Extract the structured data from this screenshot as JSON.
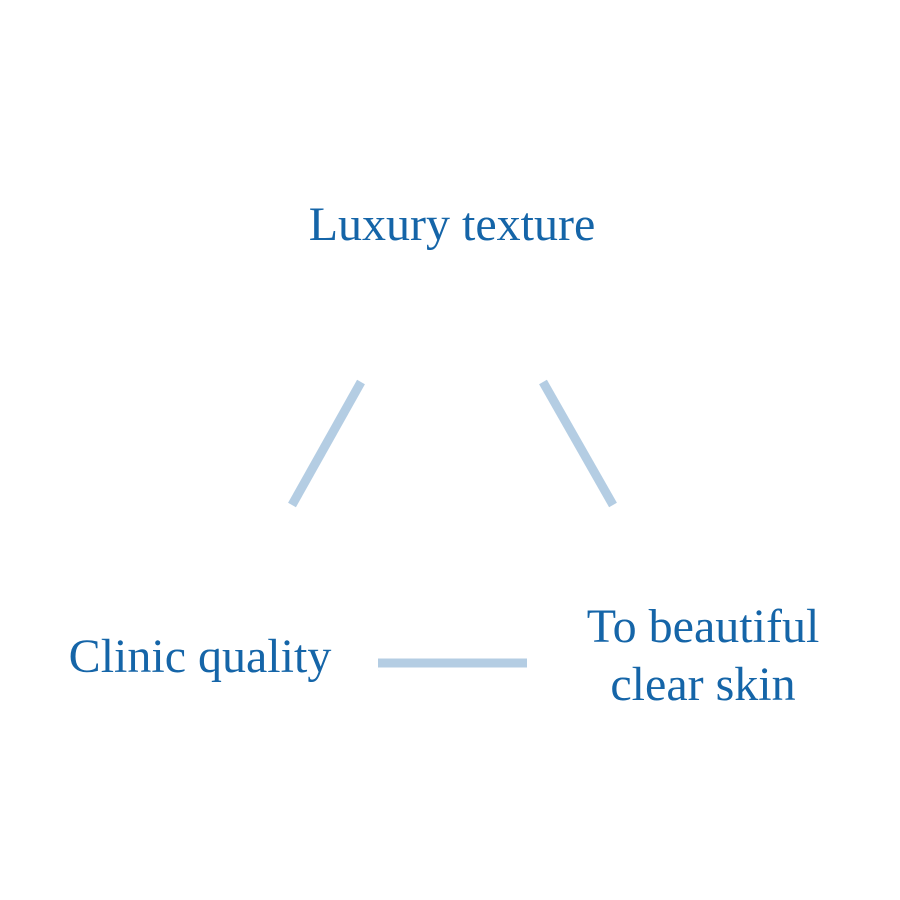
{
  "colors": {
    "text": "#1565a8",
    "connector": "#b4cde3",
    "background": "#ffffff"
  },
  "nodes": {
    "top": {
      "label": "Luxury texture"
    },
    "left": {
      "label": "Clinic quality"
    },
    "right": {
      "lines": [
        "To beautiful",
        "clear skin"
      ]
    }
  }
}
